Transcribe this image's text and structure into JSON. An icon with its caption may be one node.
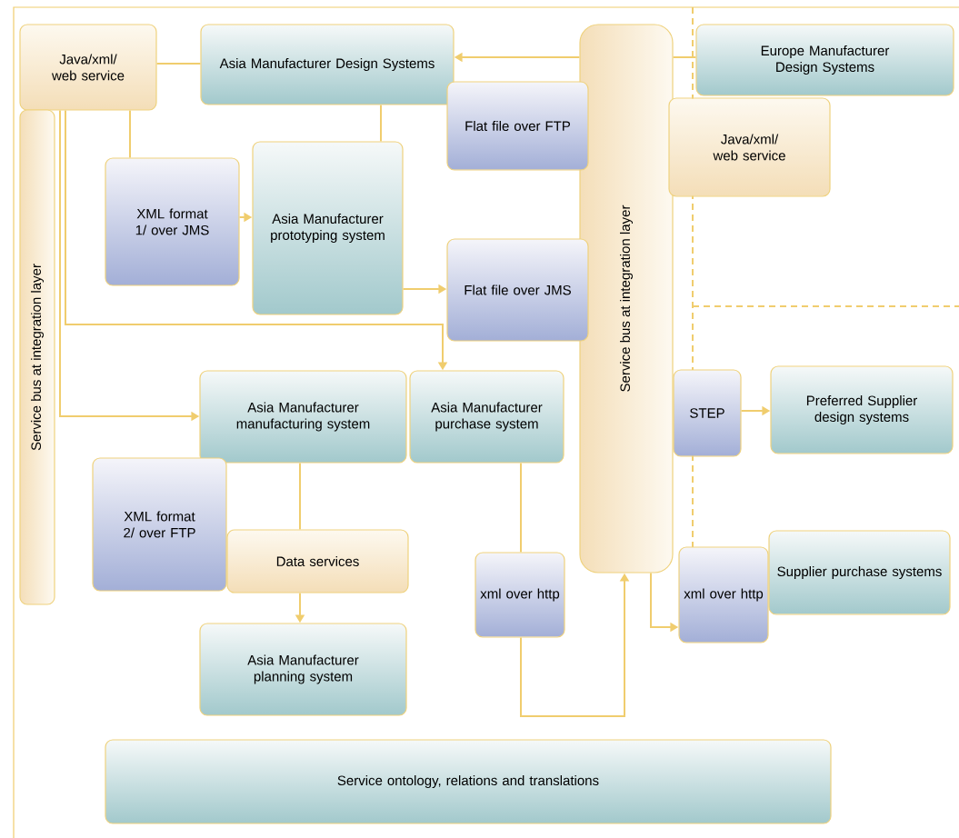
{
  "diagram": {
    "nodes": [
      {
        "text": [
          "Java/xml/ web service"
        ]
      },
      {
        "text": [
          "Asia Manufacturer Design Systems"
        ]
      },
      {
        "text": [
          "Service bus at integration layer"
        ]
      },
      {
        "text": [
          "Service bus at integration layer"
        ]
      },
      {
        "text": [
          "Europe Manufacturer Design Systems"
        ]
      },
      {
        "text": [
          "Flat file over FTP"
        ]
      },
      {
        "text": [
          "Java/xml/ web service"
        ]
      },
      {
        "text": [
          "XML format 1/ over JMS"
        ]
      },
      {
        "text": [
          "Asia Manufacturer prototyping system"
        ]
      },
      {
        "text": [
          "Flat file over JMS"
        ]
      },
      {
        "text": [
          "Asia Manufacturer manufacturing system"
        ]
      },
      {
        "text": [
          "Asia Manufacturer purchase system"
        ]
      },
      {
        "text": [
          "STEP"
        ]
      },
      {
        "text": [
          "Preferred Supplier design systems"
        ]
      },
      {
        "text": [
          "XML format 2/ over FTP"
        ]
      },
      {
        "text": [
          "Data services"
        ]
      },
      {
        "text": [
          "Supplier purchase systems"
        ]
      },
      {
        "text": [
          "xml over http"
        ]
      },
      {
        "text": [
          "xml over http"
        ]
      },
      {
        "text": [
          "Asia Manufacturer planning system"
        ]
      },
      {
        "text": [
          "Service ontology, relations and translations"
        ]
      }
    ],
    "edges": [
      {
        "from": 0,
        "to": 1,
        "arrow": "none"
      },
      {
        "from": 0,
        "to": 7,
        "arrow": "none"
      },
      {
        "from": 1,
        "to": 8,
        "arrow": "none"
      },
      {
        "from": 7,
        "to": 8,
        "arrow": "to"
      },
      {
        "from": 8,
        "to": 9,
        "arrow": "to"
      },
      {
        "from": 3,
        "to": 1,
        "arrow": "to"
      },
      {
        "from": 3,
        "to": 4,
        "arrow": "none"
      },
      {
        "from": 0,
        "to": 10,
        "arrow": "to"
      },
      {
        "from": 0,
        "to": 11,
        "arrow": "to"
      },
      {
        "from": 10,
        "to": 15,
        "arrow": "none"
      },
      {
        "from": 15,
        "to": 19,
        "arrow": "to"
      },
      {
        "from": 11,
        "to": 17,
        "arrow": "none"
      },
      {
        "from": 17,
        "to": 3,
        "arrow": "to"
      },
      {
        "from": 3,
        "to": 18,
        "arrow": "to"
      },
      {
        "from": 12,
        "to": 13,
        "arrow": "to"
      }
    ]
  }
}
